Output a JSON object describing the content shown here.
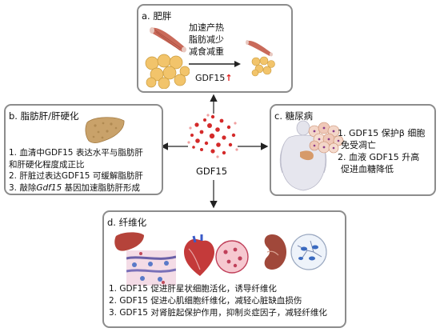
{
  "center": {
    "label": "GDF15"
  },
  "panel_a": {
    "title": "a. 肥胖",
    "lines": [
      "加速产热",
      "脂肪减少",
      "减食减重"
    ],
    "gdf_label": "GDF15",
    "up_arrow": "↑"
  },
  "panel_b": {
    "title": "b. 脂肪肝/肝硬化",
    "items": [
      "1. 血清中GDF15 表达水平与脂肪肝",
      "和肝硬化程度成正比",
      "2. 肝脏过表达GDF15 可缓解脂肪肝"
    ],
    "item3_prefix": "3. 敲除",
    "item3_gene": "Gdf15",
    "item3_suffix": " 基因加速脂肪肝形成"
  },
  "panel_c": {
    "title": "c. 糖尿病",
    "items": [
      "1. GDF15 保护β 细胞",
      "免受凋亡",
      "2. 血液 GDF15 升高",
      "促进血糖降低"
    ]
  },
  "panel_d": {
    "title": "d. 纤维化",
    "items": [
      "1. GDF15 促进肝星状细胞活化，诱导纤维化",
      "2. GDF15 促进心肌细胞纤维化，减轻心脏缺血损伤",
      "3. GDF15 对肾脏起保护作用，抑制炎症因子，减轻纤维化"
    ]
  },
  "colors": {
    "border": "#8c8c8c",
    "muscle": "#c96a5a",
    "fat": "#f2c46b",
    "liver": "#c9a26a",
    "dot_red": "#d42a2a",
    "up_arrow": "#e0201e"
  }
}
